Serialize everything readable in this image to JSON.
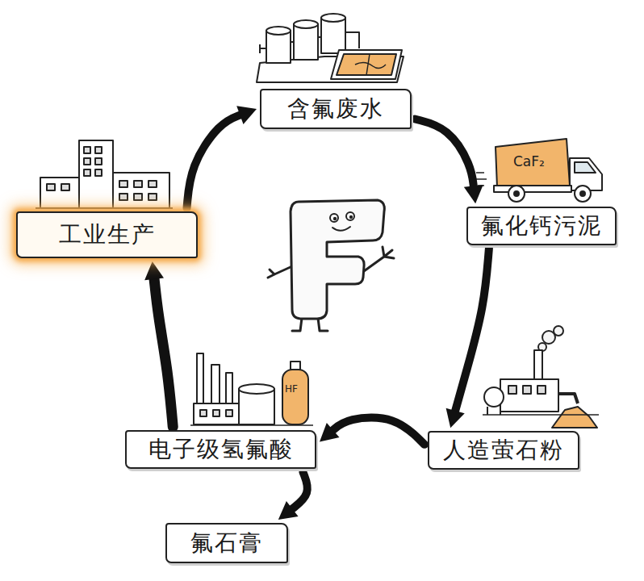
{
  "diagram": {
    "nodes": [
      {
        "text": [
          "含氟废水"
        ]
      },
      {
        "text": [
          "氟化钙污泥"
        ]
      },
      {
        "text": [
          "人造萤石粉"
        ]
      },
      {
        "text": [
          "电子级氢氟酸"
        ]
      },
      {
        "text": [
          "氟石膏"
        ]
      },
      {
        "text": [
          "工业生产"
        ]
      }
    ],
    "edges": [
      {
        "from": 0,
        "to": 1,
        "arrow": "to"
      },
      {
        "from": 1,
        "to": 2,
        "arrow": "to"
      },
      {
        "from": 2,
        "to": 3,
        "arrow": "to"
      },
      {
        "from": 3,
        "to": 5,
        "arrow": "to"
      },
      {
        "from": 5,
        "to": 0,
        "arrow": "to"
      },
      {
        "from": 3,
        "to": 4,
        "arrow": "to"
      }
    ],
    "labels": [
      "CaF₂",
      "HF"
    ]
  }
}
